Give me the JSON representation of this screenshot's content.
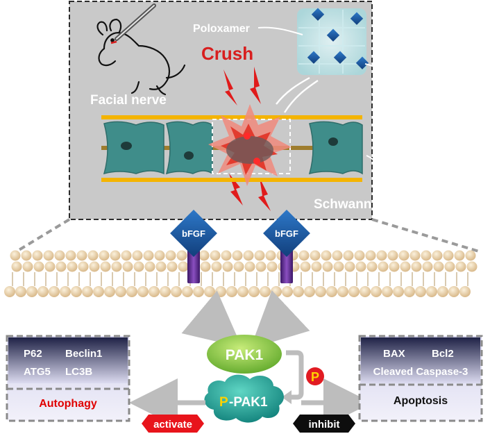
{
  "injury_panel": {
    "crush_label": "Crush",
    "poloxamer_label": "Poloxamer",
    "growth_factor_label": "bFGF",
    "facial_nerve_label": "Facial nerve",
    "schwann_cell_label": "Schwann cell"
  },
  "membrane": {
    "receptor_left_label": "bFGF",
    "receptor_right_label": "bFGF"
  },
  "pathway": {
    "pak1_label": "PAK1",
    "phospho_symbol": "P",
    "ppak1_prefix": "P",
    "ppak1_label": "-PAK1",
    "activate_label": "activate",
    "inhibit_label": "inhibit"
  },
  "autophagy_box": {
    "markers_row1": [
      "P62",
      "Beclin1"
    ],
    "markers_row2": [
      "ATG5",
      "LC3B"
    ],
    "title": "Autophagy"
  },
  "apoptosis_box": {
    "markers_row1": [
      "BAX",
      "Bcl2"
    ],
    "markers_row2": [
      "Cleaved Caspase-3"
    ],
    "title": "Apoptosis"
  },
  "colors": {
    "panel_bg": "#c9c9c9",
    "crush_red": "#d81e1e",
    "nerve_gold": "#f4b400",
    "schwann_teal": "#3f8d8a",
    "diamond_blue": "#1f5fa8",
    "receptor_purple": "#5b2a86",
    "pak1_green": "#8cc63f",
    "ppak1_teal": "#1aa39a",
    "phospho_red": "#e11b22",
    "phospho_yellow": "#ffd200",
    "autophagy_red": "#e00000",
    "box_navy": "#2a2d52",
    "box_lavender": "#d9d8ee"
  }
}
